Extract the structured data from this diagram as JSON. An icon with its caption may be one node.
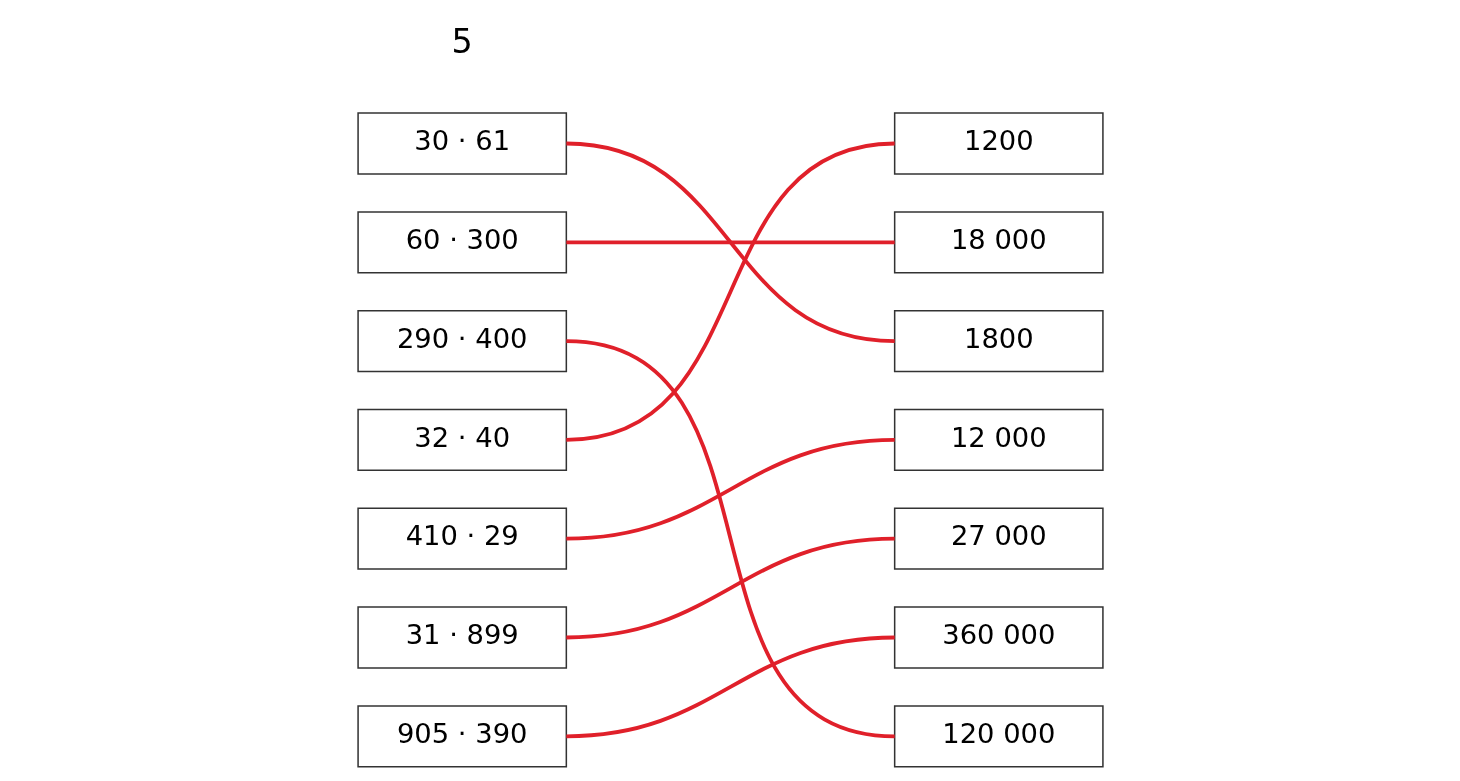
{
  "diagram": {
    "nodes": [
      {
        "text": [
          "30 · 61"
        ]
      },
      {
        "text": [
          "60 · 300"
        ]
      },
      {
        "text": [
          "290 · 400"
        ]
      },
      {
        "text": [
          "32 · 40"
        ]
      },
      {
        "text": [
          "410 · 29"
        ]
      },
      {
        "text": [
          "31 · 899"
        ]
      },
      {
        "text": [
          "905 · 390"
        ]
      },
      {
        "text": [
          "1200"
        ]
      },
      {
        "text": [
          "18 000"
        ]
      },
      {
        "text": [
          "1800"
        ]
      },
      {
        "text": [
          "12 000"
        ]
      },
      {
        "text": [
          "27 000"
        ]
      },
      {
        "text": [
          "360 000"
        ]
      },
      {
        "text": [
          "120 000"
        ]
      }
    ],
    "edges": [
      {
        "from": 0,
        "to": 9,
        "arrow": "none",
        "color": "#e0202a"
      },
      {
        "from": 1,
        "to": 8,
        "arrow": "none",
        "color": "#e0202a"
      },
      {
        "from": 2,
        "to": 13,
        "arrow": "none",
        "color": "#e0202a"
      },
      {
        "from": 3,
        "to": 7,
        "arrow": "none",
        "color": "#e0202a"
      },
      {
        "from": 4,
        "to": 10,
        "arrow": "none",
        "color": "#e0202a"
      },
      {
        "from": 5,
        "to": 11,
        "arrow": "none",
        "color": "#e0202a"
      },
      {
        "from": 6,
        "to": 12,
        "arrow": "none",
        "color": "#e0202a"
      }
    ],
    "labels": [
      "5"
    ]
  }
}
